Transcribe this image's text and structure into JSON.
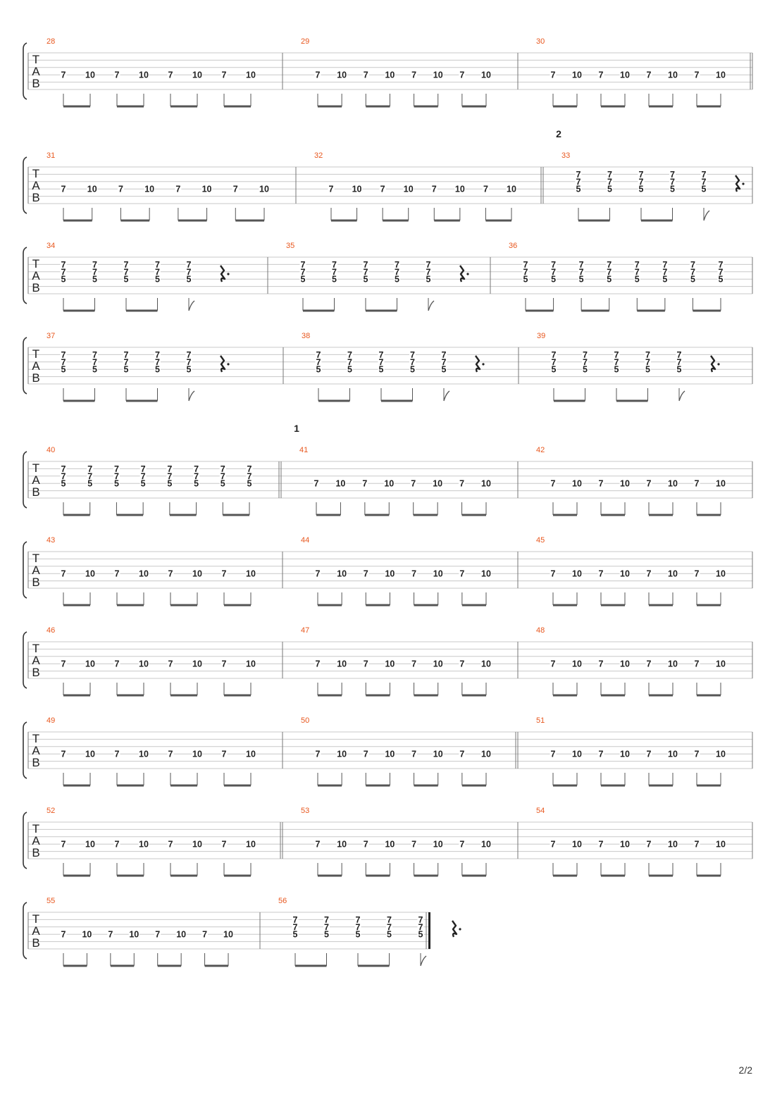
{
  "page_number": "2/2",
  "tab_clef": [
    "T",
    "A",
    "B"
  ],
  "patterns": {
    "riff": {
      "beats": [
        {
          "notes": [
            {
              "string": 4,
              "fret": "7"
            }
          ]
        },
        {
          "notes": [
            {
              "string": 4,
              "fret": "10"
            }
          ]
        },
        {
          "notes": [
            {
              "string": 4,
              "fret": "7"
            }
          ]
        },
        {
          "notes": [
            {
              "string": 4,
              "fret": "10"
            }
          ]
        },
        {
          "notes": [
            {
              "string": 4,
              "fret": "7"
            }
          ]
        },
        {
          "notes": [
            {
              "string": 4,
              "fret": "10"
            }
          ]
        },
        {
          "notes": [
            {
              "string": 4,
              "fret": "7"
            }
          ]
        },
        {
          "notes": [
            {
              "string": 4,
              "fret": "10"
            }
          ]
        }
      ],
      "beam_groups": [
        [
          0,
          1
        ],
        [
          2,
          3
        ],
        [
          4,
          5
        ],
        [
          6,
          7
        ]
      ],
      "rest": false
    },
    "chord_rest": {
      "beats": [
        {
          "notes": [
            {
              "string": 2,
              "fret": "7"
            },
            {
              "string": 3,
              "fret": "7"
            },
            {
              "string": 4,
              "fret": "5"
            }
          ]
        },
        {
          "notes": [
            {
              "string": 2,
              "fret": "7"
            },
            {
              "string": 3,
              "fret": "7"
            },
            {
              "string": 4,
              "fret": "5"
            }
          ]
        },
        {
          "notes": [
            {
              "string": 2,
              "fret": "7"
            },
            {
              "string": 3,
              "fret": "7"
            },
            {
              "string": 4,
              "fret": "5"
            }
          ]
        },
        {
          "notes": [
            {
              "string": 2,
              "fret": "7"
            },
            {
              "string": 3,
              "fret": "7"
            },
            {
              "string": 4,
              "fret": "5"
            }
          ]
        },
        {
          "notes": [
            {
              "string": 2,
              "fret": "7"
            },
            {
              "string": 3,
              "fret": "7"
            },
            {
              "string": 4,
              "fret": "5"
            }
          ]
        }
      ],
      "beam_groups": [
        [
          0,
          1
        ],
        [
          2,
          3
        ]
      ],
      "flag_beat": 4,
      "rest": true
    },
    "chord_full": {
      "beats": [
        {
          "notes": [
            {
              "string": 2,
              "fret": "7"
            },
            {
              "string": 3,
              "fret": "7"
            },
            {
              "string": 4,
              "fret": "5"
            }
          ]
        },
        {
          "notes": [
            {
              "string": 2,
              "fret": "7"
            },
            {
              "string": 3,
              "fret": "7"
            },
            {
              "string": 4,
              "fret": "5"
            }
          ]
        },
        {
          "notes": [
            {
              "string": 2,
              "fret": "7"
            },
            {
              "string": 3,
              "fret": "7"
            },
            {
              "string": 4,
              "fret": "5"
            }
          ]
        },
        {
          "notes": [
            {
              "string": 2,
              "fret": "7"
            },
            {
              "string": 3,
              "fret": "7"
            },
            {
              "string": 4,
              "fret": "5"
            }
          ]
        },
        {
          "notes": [
            {
              "string": 2,
              "fret": "7"
            },
            {
              "string": 3,
              "fret": "7"
            },
            {
              "string": 4,
              "fret": "5"
            }
          ]
        },
        {
          "notes": [
            {
              "string": 2,
              "fret": "7"
            },
            {
              "string": 3,
              "fret": "7"
            },
            {
              "string": 4,
              "fret": "5"
            }
          ]
        },
        {
          "notes": [
            {
              "string": 2,
              "fret": "7"
            },
            {
              "string": 3,
              "fret": "7"
            },
            {
              "string": 4,
              "fret": "5"
            }
          ]
        },
        {
          "notes": [
            {
              "string": 2,
              "fret": "7"
            },
            {
              "string": 3,
              "fret": "7"
            },
            {
              "string": 4,
              "fret": "5"
            }
          ]
        }
      ],
      "beam_groups": [
        [
          0,
          1
        ],
        [
          2,
          3
        ],
        [
          4,
          5
        ],
        [
          6,
          7
        ]
      ],
      "rest": false
    }
  },
  "systems": [
    {
      "measures": [
        {
          "number": "28",
          "pattern": "riff"
        },
        {
          "number": "29",
          "pattern": "riff"
        },
        {
          "number": "30",
          "pattern": "riff",
          "end_barline": "double"
        }
      ]
    },
    {
      "measures": [
        {
          "number": "31",
          "pattern": "riff"
        },
        {
          "number": "32",
          "pattern": "riff",
          "end_barline": "double"
        },
        {
          "number": "33",
          "pattern": "chord_rest",
          "marker": "2"
        }
      ]
    },
    {
      "measures": [
        {
          "number": "34",
          "pattern": "chord_rest"
        },
        {
          "number": "35",
          "pattern": "chord_rest"
        },
        {
          "number": "36",
          "pattern": "chord_full"
        }
      ]
    },
    {
      "measures": [
        {
          "number": "37",
          "pattern": "chord_rest"
        },
        {
          "number": "38",
          "pattern": "chord_rest"
        },
        {
          "number": "39",
          "pattern": "chord_rest"
        }
      ]
    },
    {
      "measures": [
        {
          "number": "40",
          "pattern": "chord_full",
          "end_barline": "double"
        },
        {
          "number": "41",
          "pattern": "riff",
          "marker": "1"
        },
        {
          "number": "42",
          "pattern": "riff"
        }
      ]
    },
    {
      "measures": [
        {
          "number": "43",
          "pattern": "riff"
        },
        {
          "number": "44",
          "pattern": "riff"
        },
        {
          "number": "45",
          "pattern": "riff"
        }
      ]
    },
    {
      "measures": [
        {
          "number": "46",
          "pattern": "riff"
        },
        {
          "number": "47",
          "pattern": "riff"
        },
        {
          "number": "48",
          "pattern": "riff"
        }
      ]
    },
    {
      "measures": [
        {
          "number": "49",
          "pattern": "riff"
        },
        {
          "number": "50",
          "pattern": "riff",
          "end_barline": "double"
        },
        {
          "number": "51",
          "pattern": "riff"
        }
      ]
    },
    {
      "measures": [
        {
          "number": "52",
          "pattern": "riff",
          "end_barline": "double"
        },
        {
          "number": "53",
          "pattern": "riff"
        },
        {
          "number": "54",
          "pattern": "riff"
        }
      ]
    },
    {
      "measures": [
        {
          "number": "55",
          "pattern": "riff"
        },
        {
          "number": "56",
          "pattern": "chord_rest",
          "end_barline": "final"
        }
      ]
    }
  ],
  "colors": {
    "measure_number": "#e8571e",
    "staff_line": "#c8c8c8",
    "barline": "#777777",
    "note": "#222222",
    "beam": "#555555"
  }
}
